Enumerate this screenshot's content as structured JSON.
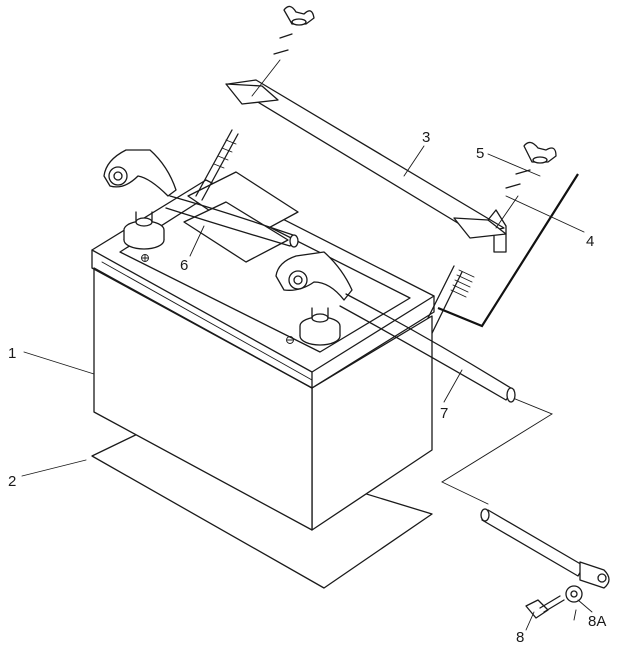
{
  "callouts": [
    {
      "id": "c1",
      "text": "1"
    },
    {
      "id": "c2",
      "text": "2"
    },
    {
      "id": "c3",
      "text": "3"
    },
    {
      "id": "c4",
      "text": "4"
    },
    {
      "id": "c5",
      "text": "5"
    },
    {
      "id": "c6",
      "text": "6"
    },
    {
      "id": "c7",
      "text": "7"
    },
    {
      "id": "c8",
      "text": "8"
    },
    {
      "id": "c8a",
      "text": "8A"
    }
  ],
  "icons": {
    "battery": "battery-icon",
    "pad": "battery-pad-icon",
    "holddown": "hold-down-bar-icon",
    "wingnut": "wing-nut-icon",
    "washer": "lock-washer-icon",
    "rod": "j-bolt-icon",
    "positive_cable": "positive-cable-icon",
    "negative_cable": "negative-cable-icon",
    "bolt": "bolt-icon",
    "star_washer": "star-washer-icon"
  },
  "colors": {
    "line": "#1a1a1a",
    "pad_fill": "#f4f4f4",
    "background": "#ffffff"
  }
}
